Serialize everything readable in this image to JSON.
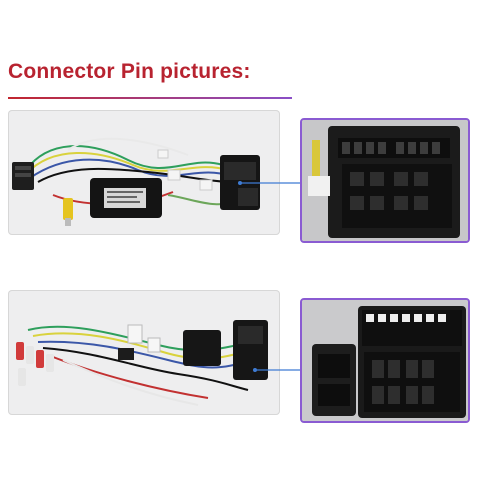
{
  "heading": {
    "text": "Connector Pin pictures:"
  },
  "colors": {
    "heading": "#b82330",
    "divider_left": "#c2262e",
    "divider_right": "#8a4fc7",
    "frame_border": "#8a5bd2",
    "pointer_line": "#3e7bd3"
  },
  "photos": [
    {
      "name": "harness-with-canbus-box",
      "label_on_box": ""
    },
    {
      "name": "quadlock-connector-closeup-1"
    },
    {
      "name": "harness-with-multiple-plugs"
    },
    {
      "name": "quadlock-connector-closeup-2"
    }
  ]
}
